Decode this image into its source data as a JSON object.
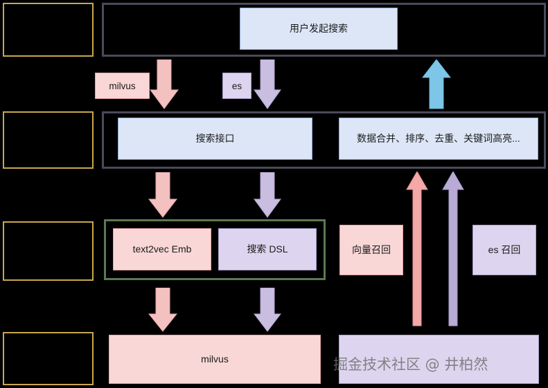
{
  "diagram": {
    "background": "#000000",
    "row_labels": [
      {
        "name": "row-label-1",
        "text": "",
        "border": "#c8a84b"
      },
      {
        "name": "row-label-2",
        "text": "",
        "border": "#c8a84b"
      },
      {
        "name": "row-label-3",
        "text": "",
        "border": "#c8a84b"
      },
      {
        "name": "row-label-4",
        "text": "",
        "border": "#c8a84b"
      }
    ],
    "nodes": {
      "user_search": {
        "label": "用户发起搜索",
        "fill": "#dce6f7",
        "border": "#8aa4d0"
      },
      "search_api": {
        "label": "搜索接口",
        "fill": "#dce6f7",
        "border": "#8aa4d0"
      },
      "merge_sort": {
        "label": "数据合并、排序、去重、关键词高亮...",
        "fill": "#dce6f7",
        "border": "#8aa4d0"
      },
      "text2vec": {
        "label": "text2vec Emb",
        "fill": "#f9d7d7",
        "border": "#e2a0a0"
      },
      "search_dsl": {
        "label": "搜索 DSL",
        "fill": "#ddd5ef",
        "border": "#a89cc8"
      },
      "vector_recall": {
        "label": "向量召回",
        "fill": "#f9d7d7",
        "border": "#e2a0a0"
      },
      "es_recall": {
        "label": "es 召回",
        "fill": "#ddd5ef",
        "border": "#a89cc8"
      },
      "milvus_store": {
        "label": "milvus",
        "fill": "#f9d7d7",
        "border": "#e2a0a0"
      },
      "es_store": {
        "label": "",
        "fill": "#ddd5ef",
        "border": "#a89cc8"
      }
    },
    "tags": {
      "milvus_tag": {
        "label": "milvus",
        "fill": "#f9d7d7",
        "border": "#e2a0a0"
      },
      "es_tag": {
        "label": "es",
        "fill": "#ddd5ef",
        "border": "#a89cc8"
      }
    },
    "groups": {
      "header_group": {
        "border": "#4a4a5a"
      },
      "middle_group": {
        "border": "#4a4a5a"
      },
      "recall_group": {
        "border": "#5a7a52"
      }
    },
    "arrows": [
      {
        "name": "arrow-milvus-down-1",
        "color": "#f4c1c1",
        "dir": "down"
      },
      {
        "name": "arrow-es-down-1",
        "color": "#c9bde0",
        "dir": "down"
      },
      {
        "name": "arrow-text2vec-down",
        "color": "#f4c1c1",
        "dir": "down"
      },
      {
        "name": "arrow-dsl-down",
        "color": "#c9bde0",
        "dir": "down"
      },
      {
        "name": "arrow-emb-to-milvus",
        "color": "#f4c1c1",
        "dir": "down"
      },
      {
        "name": "arrow-dsl-to-es",
        "color": "#c9bde0",
        "dir": "down"
      },
      {
        "name": "arrow-vector-recall-up",
        "color": "#f4a8a8",
        "dir": "up"
      },
      {
        "name": "arrow-es-recall-up",
        "color": "#b9abd6",
        "dir": "up"
      },
      {
        "name": "arrow-merge-to-user-up",
        "color": "#7ec6e8",
        "dir": "up"
      }
    ],
    "watermark": "掘金技术社区 @ 井柏然"
  }
}
